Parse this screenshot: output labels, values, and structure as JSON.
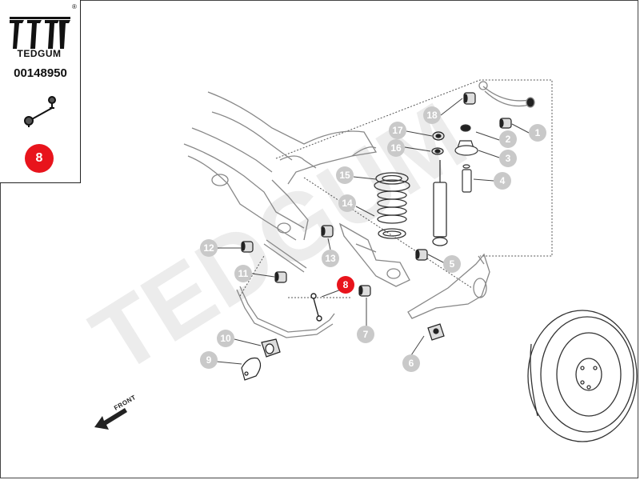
{
  "brand": {
    "name": "TEDGUM",
    "registered_mark": "®",
    "part_number": "00148950",
    "highlighted_position": "8",
    "accent_color": "#e8141c",
    "watermark_text": "TEDGUM"
  },
  "diagram": {
    "direction_label": "FRONT",
    "callouts": [
      {
        "id": "1",
        "active": false
      },
      {
        "id": "2",
        "active": false
      },
      {
        "id": "3",
        "active": false
      },
      {
        "id": "4",
        "active": false
      },
      {
        "id": "5",
        "active": false
      },
      {
        "id": "6",
        "active": false
      },
      {
        "id": "7",
        "active": false
      },
      {
        "id": "8",
        "active": true
      },
      {
        "id": "9",
        "active": false
      },
      {
        "id": "10",
        "active": false
      },
      {
        "id": "11",
        "active": false
      },
      {
        "id": "12",
        "active": false
      },
      {
        "id": "13",
        "active": false
      },
      {
        "id": "14",
        "active": false
      },
      {
        "id": "15",
        "active": false
      },
      {
        "id": "16",
        "active": false
      },
      {
        "id": "17",
        "active": false
      },
      {
        "id": "18",
        "active": false
      }
    ]
  }
}
